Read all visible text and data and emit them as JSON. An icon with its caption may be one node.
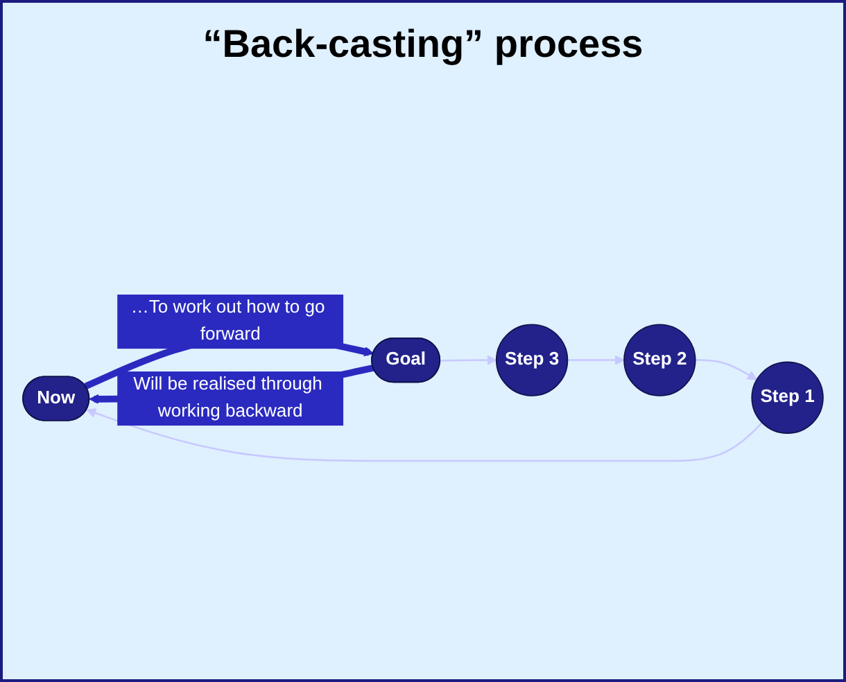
{
  "diagram": {
    "title": "“Back-casting” process",
    "nodes": [
      {
        "text": [
          "Now"
        ]
      },
      {
        "text": [
          "Step 1"
        ]
      },
      {
        "text": [
          "Step 2"
        ]
      },
      {
        "text": [
          "Step 3"
        ]
      },
      {
        "text": [
          "Goal"
        ]
      }
    ],
    "edges": [
      {
        "from": 4,
        "to": 0,
        "arrow": "to",
        "label": "Will be realised through working backward",
        "style": "thick",
        "color": "#2a2ac0"
      },
      {
        "from": 4,
        "to": 3,
        "arrow": "to"
      },
      {
        "from": 3,
        "to": 2,
        "arrow": "to"
      },
      {
        "from": 2,
        "to": 1,
        "arrow": "to"
      },
      {
        "from": 1,
        "to": 0,
        "arrow": "to"
      },
      {
        "from": 0,
        "to": 4,
        "arrow": "to",
        "label": "…To work out how to go forward",
        "style": "thick",
        "color": "#2a2ac0"
      }
    ]
  }
}
